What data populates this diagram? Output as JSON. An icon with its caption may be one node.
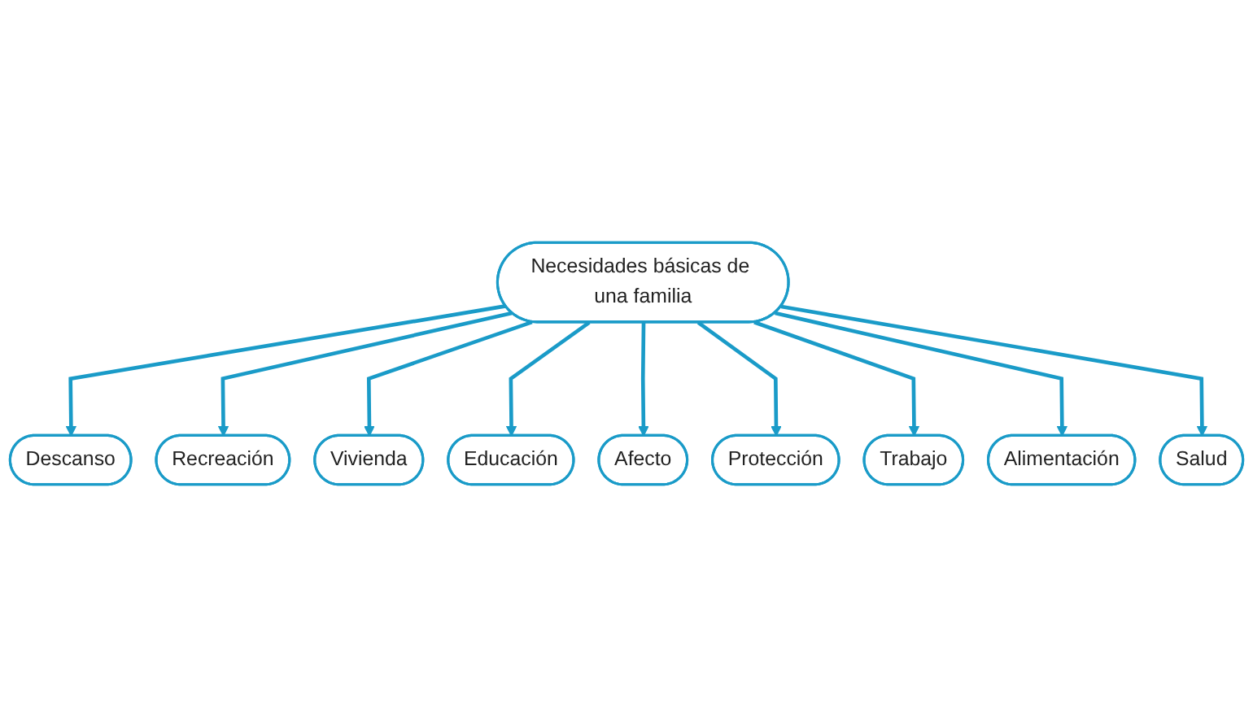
{
  "diagram": {
    "nodes": [
      {
        "text": [
          "Descanso"
        ]
      },
      {
        "text": [
          "Recreación"
        ]
      },
      {
        "text": [
          "Vivienda"
        ]
      },
      {
        "text": [
          "Educación"
        ]
      },
      {
        "text": [
          "Necesidades básicas de una familia"
        ]
      },
      {
        "text": [
          "Afecto"
        ]
      },
      {
        "text": [
          "Protección"
        ]
      },
      {
        "text": [
          "Trabajo"
        ]
      },
      {
        "text": [
          "Alimentación"
        ]
      },
      {
        "text": [
          "Salud"
        ]
      }
    ],
    "edges": [
      {
        "from": 4,
        "to": 0,
        "arrow": "to"
      },
      {
        "from": 4,
        "to": 1,
        "arrow": "to"
      },
      {
        "from": 4,
        "to": 2,
        "arrow": "to"
      },
      {
        "from": 4,
        "to": 3,
        "arrow": "to"
      },
      {
        "from": 4,
        "to": 5,
        "arrow": "to"
      },
      {
        "from": 4,
        "to": 6,
        "arrow": "to"
      },
      {
        "from": 4,
        "to": 7,
        "arrow": "to"
      },
      {
        "from": 4,
        "to": 8,
        "arrow": "to"
      },
      {
        "from": 4,
        "to": 9,
        "arrow": "to"
      }
    ]
  }
}
